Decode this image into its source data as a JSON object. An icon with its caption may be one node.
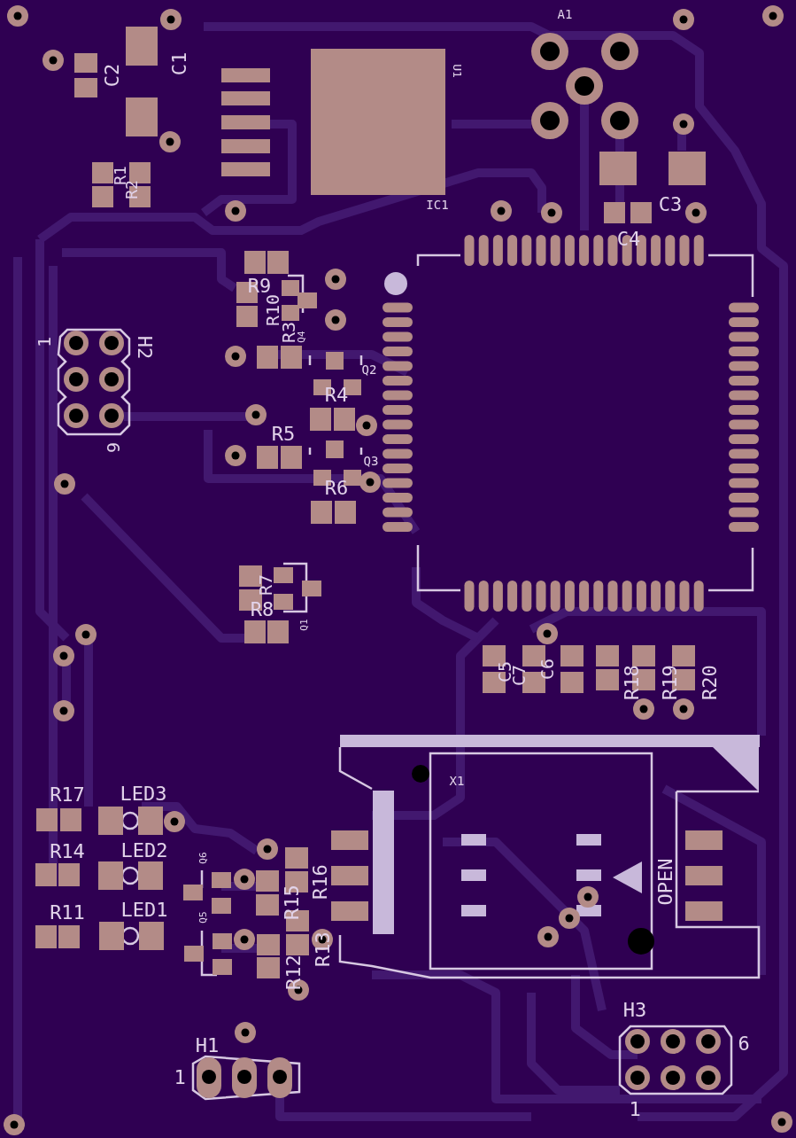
{
  "diagram": {
    "labels": [
      "A1",
      "C1",
      "C2",
      "U1",
      "R1",
      "R2",
      "IC1",
      "C3",
      "C4",
      "R9",
      "R10",
      "R3",
      "Q4",
      "1",
      "H2",
      "Q2",
      "R4",
      "R5",
      "6",
      "Q3",
      "R6",
      "R7",
      "R8",
      "Q1",
      "C5",
      "C7",
      "C6",
      "R18",
      "R19",
      "R20",
      "X1",
      "R17",
      "LED3",
      "R14",
      "LED2",
      "Q6",
      "R16",
      "OPEN",
      "Q5",
      "R15",
      "R11",
      "LED1",
      "R13",
      "R12",
      "H3",
      "H1",
      "6",
      "1",
      "1"
    ]
  }
}
